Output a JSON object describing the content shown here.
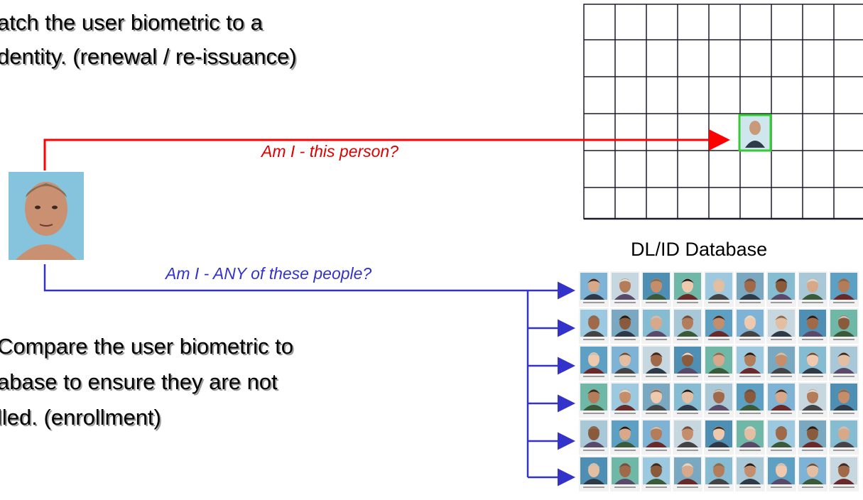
{
  "top_text": {
    "line1": "atch the user biometric to a",
    "line2": "dentity. (renewal / re-issuance)"
  },
  "bottom_text": {
    "line1": "Compare the user biometric to",
    "line2": "abase to ensure they are not",
    "line3": "lled. (enrollment)"
  },
  "verify_label": "Am I  - this person?",
  "identify_label": "Am I - ANY of these people?",
  "database_label": "DL/ID Database",
  "colors": {
    "verify_arrow": "#ff0000",
    "identify_arrow": "#3333cc",
    "match_highlight": "#33cc33",
    "grid_line": "#1a1a2e"
  },
  "icons": {
    "user_photo": "face-photo-icon",
    "match_photo": "face-photo-icon",
    "database_photos": "face-photo-icon"
  }
}
